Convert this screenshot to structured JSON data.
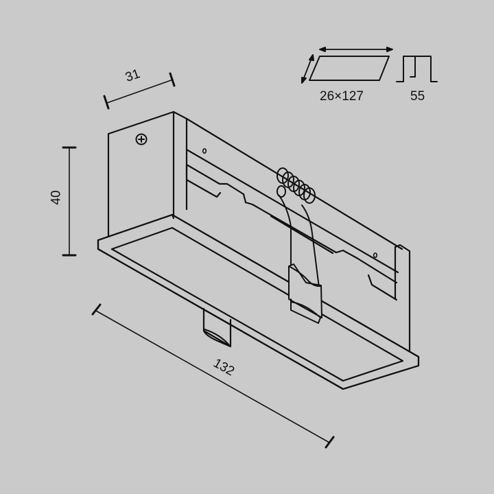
{
  "diagram": {
    "type": "isometric technical drawing",
    "subject": "recessed rectangular fixture housing with spring clips",
    "background_color": "#cacaca",
    "line_color": "#111111",
    "dimensions": {
      "depth": "31",
      "height": "40",
      "length": "132"
    },
    "cutout_legend": {
      "cutout_size": "26×127",
      "mount_depth": "55"
    },
    "icons": [
      "screw-head-icon",
      "spring-clip-icon",
      "cutout-parallelogram-icon",
      "recess-depth-icon"
    ]
  }
}
